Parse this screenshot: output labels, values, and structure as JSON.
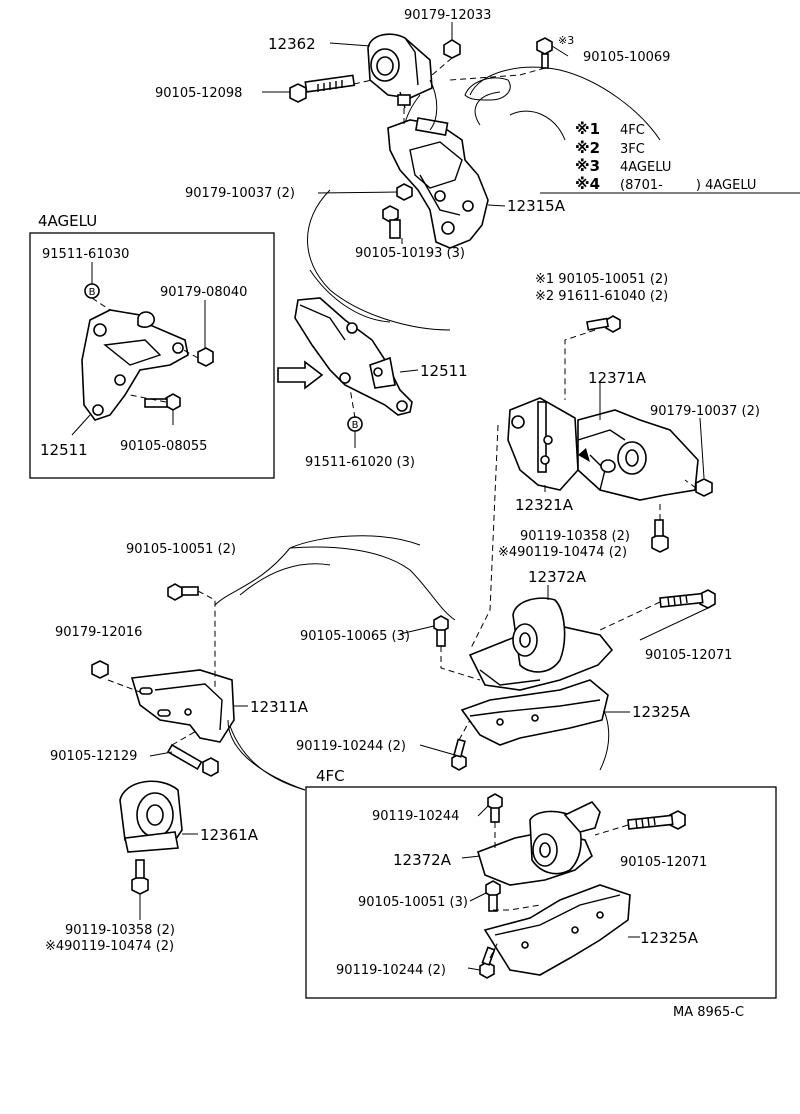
{
  "labels": {
    "p_90179_12033": "90179-12033",
    "p_12362": "12362",
    "note_3_small": "※3",
    "p_90105_10069": "90105-10069",
    "p_90105_12098": "90105-12098",
    "legend": [
      {
        "mark": "※1",
        "text": "4FC"
      },
      {
        "mark": "※2",
        "text": "3FC"
      },
      {
        "mark": "※3",
        "text": "4AGELU"
      },
      {
        "mark": "※4",
        "text": "(8701-        ) 4AGELU"
      }
    ],
    "p_90179_10037_a": "90179-10037 (2)",
    "p_12315A": "12315A",
    "p_90105_10193": "90105-10193 (3)",
    "inset_4agelu_title": "4AGELU",
    "p_91511_61030": "91511-61030",
    "p_90179_08040": "90179-08040",
    "p_12511_inset": "12511",
    "p_90105_08055": "90105-08055",
    "p_12511": "12511",
    "p_91511_61020": "91511-61020 (3)",
    "p_n1_90105_10051": "※1 90105-10051 (2)",
    "p_n2_91611_61040": "※2 91611-61040 (2)",
    "p_12371A": "12371A",
    "p_90179_10037_b": "90179-10037 (2)",
    "p_12321A": "12321A",
    "p_90119_10358_a": "90119-10358 (2)",
    "p_n4_90119_10474_a": "※490119-10474 (2)",
    "p_12372A": "12372A",
    "p_90105_10051_a": "90105-10051 (2)",
    "p_90105_12071_a": "90105-12071",
    "p_90105_10065": "90105-10065 (3)",
    "p_90179_12016": "90179-12016",
    "p_12311A": "12311A",
    "p_12325A_a": "12325A",
    "p_90105_12129": "90105-12129",
    "p_90119_10244_a": "90119-10244 (2)",
    "inset_4fc_title": "4FC",
    "p_90119_10244_b": "90119-10244",
    "p_12361A": "12361A",
    "p_12372A_b": "12372A",
    "p_90105_12071_b": "90105-12071",
    "p_90105_10051_b": "90105-10051 (3)",
    "p_12325A_b": "12325A",
    "p_90119_10358_b": "90119-10358 (2)",
    "p_n4_90119_10474_b": "※490119-10474 (2)",
    "p_90119_10244_c": "90119-10244 (2)",
    "bolt_mark_B": "B",
    "figure_code": "MA 8965-C"
  }
}
